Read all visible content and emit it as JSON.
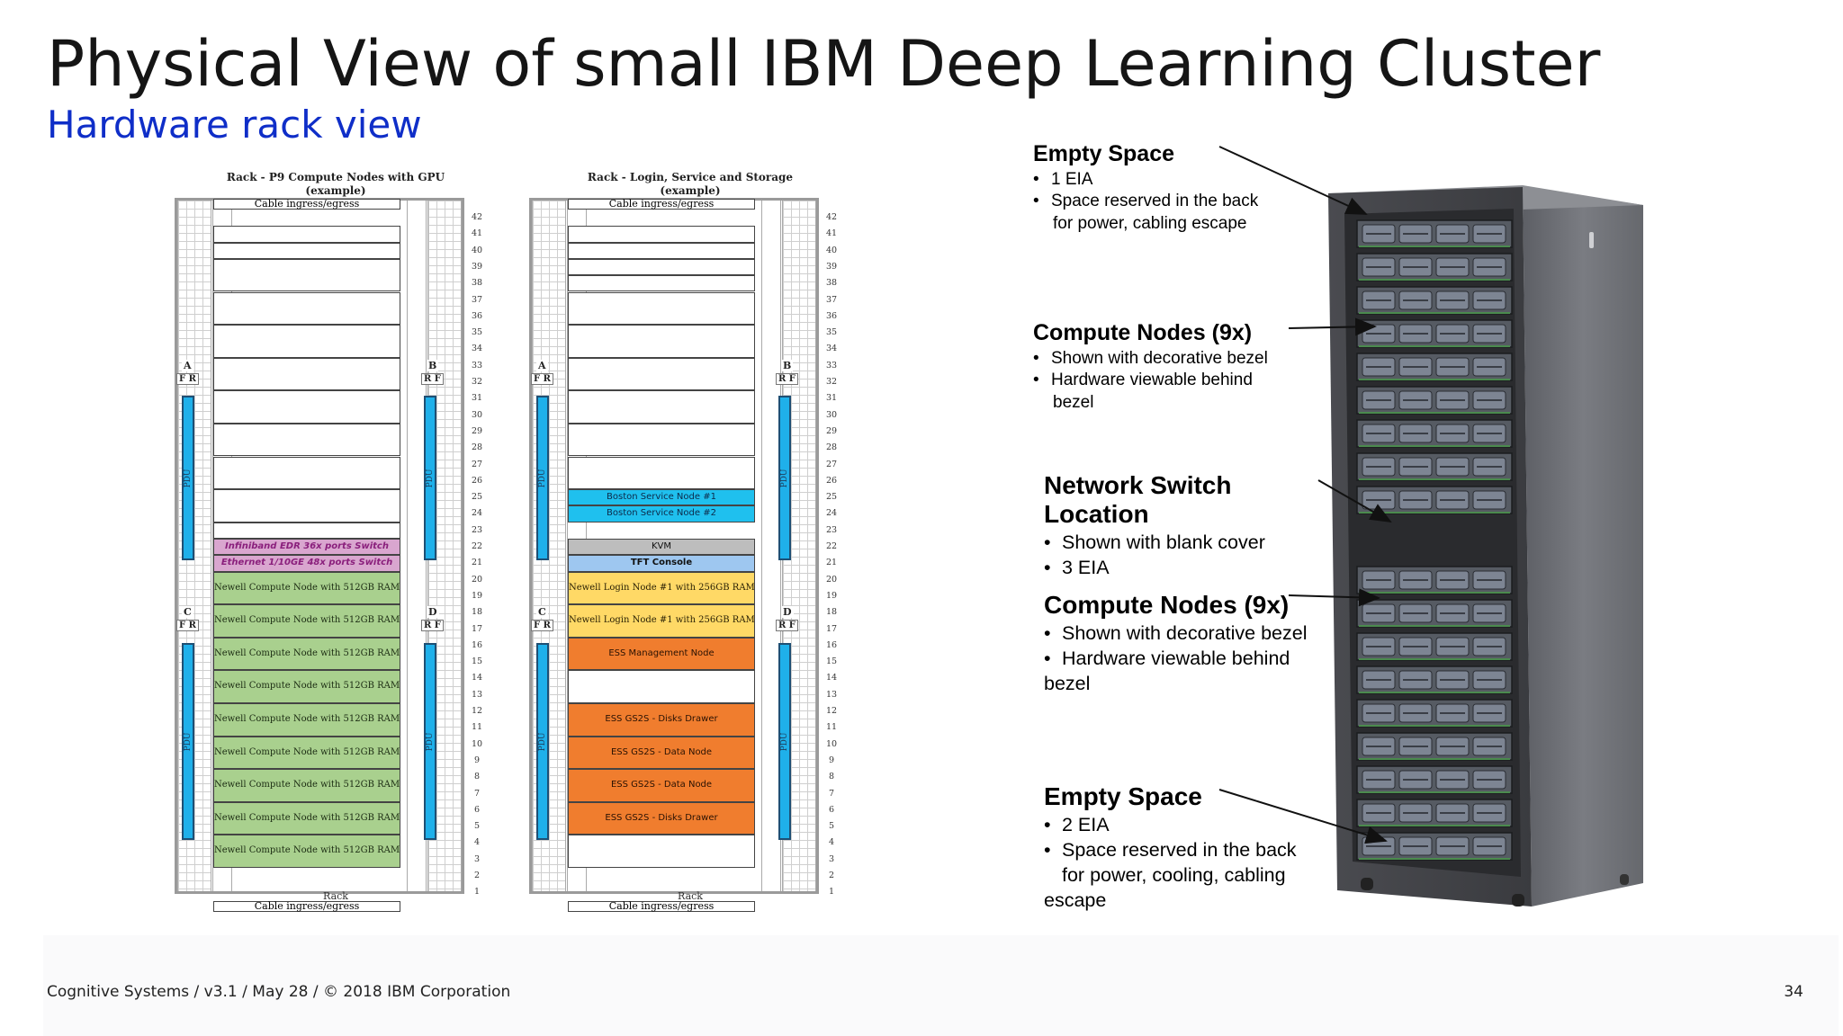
{
  "title": "Physical View of small IBM Deep Learning Cluster",
  "subtitle": "Hardware rack view",
  "footer": "Cognitive Systems / v3.1 / May 28 / © 2018 IBM Corporation",
  "page_number": "34",
  "racks": [
    {
      "title_line1": "Rack - P9 Compute Nodes with GPU",
      "title_line2": "(example)",
      "cable_top": "Cable ingress/egress",
      "cable_bottom": "Cable ingress/egress",
      "footer": "Rack",
      "column_letters": [
        "A",
        "B",
        "C",
        "D"
      ],
      "pdu_label": "PDU",
      "fr_left": "F R",
      "fr_right": "R F",
      "slots": [
        {
          "label": "Infiniband EDR 36x ports Switch",
          "fill": "#d9a6cf",
          "text": "#8a1f7c"
        },
        {
          "label": "Ethernet 1/10GE 48x ports Switch",
          "fill": "#d9a6cf",
          "text": "#8a1f7c"
        },
        {
          "label": "Newell Compute Node with 512GB RAM",
          "fill": "#a9d08e",
          "text": "#1b2b12"
        },
        {
          "label": "Newell Compute Node with 512GB RAM",
          "fill": "#a9d08e",
          "text": "#1b2b12"
        },
        {
          "label": "Newell Compute Node with 512GB RAM",
          "fill": "#a9d08e",
          "text": "#1b2b12"
        },
        {
          "label": "Newell Compute Node with 512GB RAM",
          "fill": "#a9d08e",
          "text": "#1b2b12"
        },
        {
          "label": "Newell Compute Node with 512GB RAM",
          "fill": "#a9d08e",
          "text": "#1b2b12"
        },
        {
          "label": "Newell Compute Node with 512GB RAM",
          "fill": "#a9d08e",
          "text": "#1b2b12"
        },
        {
          "label": "Newell Compute Node with 512GB RAM",
          "fill": "#a9d08e",
          "text": "#1b2b12"
        },
        {
          "label": "Newell Compute Node with 512GB RAM",
          "fill": "#a9d08e",
          "text": "#1b2b12"
        },
        {
          "label": "Newell Compute Node with 512GB RAM",
          "fill": "#a9d08e",
          "text": "#1b2b12"
        }
      ]
    },
    {
      "title_line1": "Rack - Login, Service and Storage",
      "title_line2": "(example)",
      "cable_top": "Cable ingress/egress",
      "cable_bottom": "Cable ingress/egress",
      "footer": "Rack",
      "column_letters": [
        "A",
        "B",
        "C",
        "D"
      ],
      "pdu_label": "PDU",
      "fr_left": "F R",
      "fr_right": "R F",
      "slots": [
        {
          "label": "Boston Service Node #1",
          "fill": "#1fc0ee",
          "text": "#0d2a4a"
        },
        {
          "label": "Boston Service Node #2",
          "fill": "#1fc0ee",
          "text": "#0d2a4a"
        },
        {
          "label": "KVM",
          "fill": "#bdbdbd",
          "text": "#111111"
        },
        {
          "label": "TFT Console",
          "fill": "#9ec7f0",
          "text": "#111111"
        },
        {
          "label": "Newell Login Node #1 with 256GB RAM",
          "fill": "#ffd966",
          "text": "#2b2205"
        },
        {
          "label": "Newell Login Node #1 with 256GB RAM",
          "fill": "#ffd966",
          "text": "#2b2205"
        },
        {
          "label": "ESS Management Node",
          "fill": "#f07d2e",
          "text": "#2a1203"
        },
        {
          "label": "ESS GS2S - Disks Drawer",
          "fill": "#f07d2e",
          "text": "#2a1203"
        },
        {
          "label": "ESS GS2S - Data Node",
          "fill": "#f07d2e",
          "text": "#2a1203"
        },
        {
          "label": "ESS GS2S - Data Node",
          "fill": "#f07d2e",
          "text": "#2a1203"
        },
        {
          "label": "ESS GS2S - Disks Drawer",
          "fill": "#f07d2e",
          "text": "#2a1203"
        }
      ]
    }
  ],
  "annotations": [
    {
      "heading": "Empty Space",
      "bullets": [
        "1 EIA",
        "Space reserved in the back",
        "for power, cabling escape"
      ]
    },
    {
      "heading": "Compute Nodes (9x)",
      "bullets": [
        "Shown with decorative bezel",
        "Hardware viewable behind",
        "bezel"
      ]
    },
    {
      "heading_line1": "Network Switch",
      "heading_line2": "Location",
      "bullets": [
        "Shown with blank cover",
        "3 EIA"
      ]
    },
    {
      "heading": "Compute Nodes (9x)",
      "bullets": [
        "Shown with decorative bezel",
        "Hardware viewable behind",
        "bezel"
      ]
    },
    {
      "heading": "Empty Space",
      "bullets": [
        "2 EIA",
        "Space reserved in the back",
        "for power, cooling, cabling",
        "escape"
      ]
    }
  ],
  "colors": {
    "title": "#151515",
    "subtitle": "#0f2ec8",
    "pdu": "#1fb0ea",
    "cabinet": "#6b6d73"
  }
}
